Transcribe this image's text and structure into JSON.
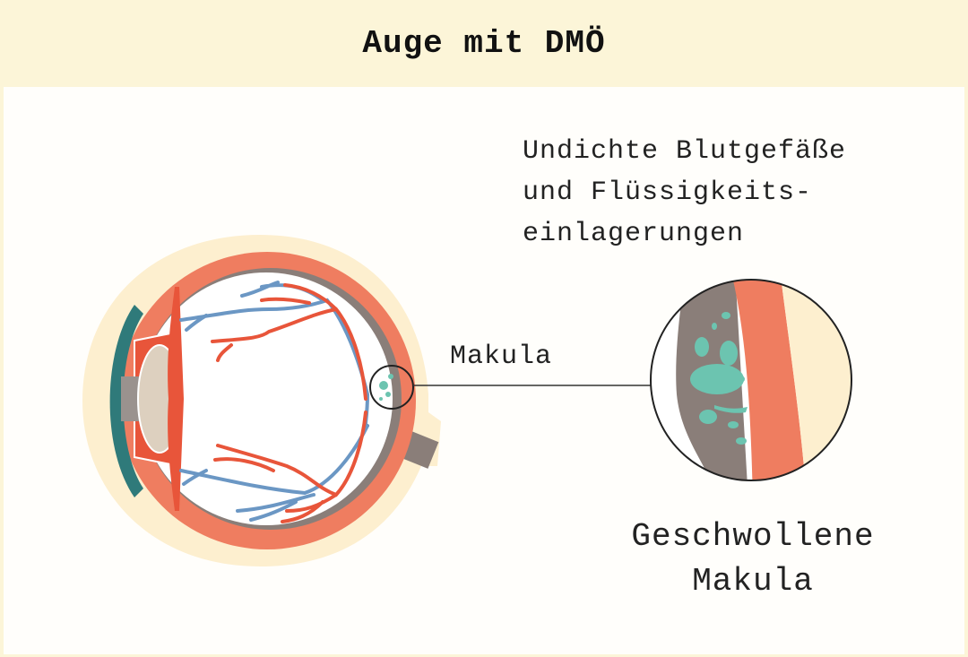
{
  "title": "Auge mit DMÖ",
  "labels": {
    "leak_line1": "Undichte Blutgefäße",
    "leak_line2": "und Flüssigkeits-",
    "leak_line3": "einlagerungen",
    "macula": "Makula",
    "swollen_line1": "Geschwollene",
    "swollen_line2": "Makula"
  },
  "colors": {
    "header": "#fcf5d8",
    "cream": "#fdefcf",
    "sclera": "#ef7d60",
    "choroid": "#8a7e79",
    "fluid": "#6cc4b0",
    "cornea": "#2f7a7a",
    "vein": "#6b97c4",
    "artery": "#e8553a",
    "lens": "#ddd0bf"
  }
}
